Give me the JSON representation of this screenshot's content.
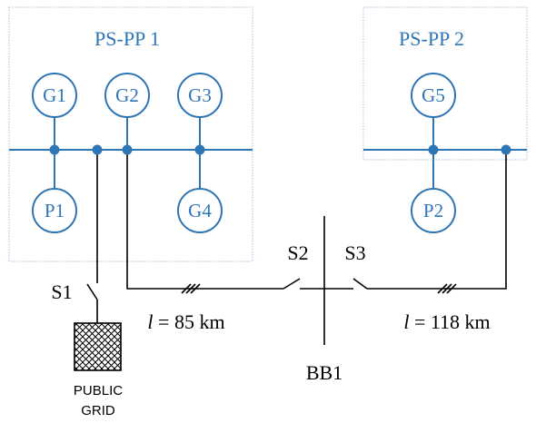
{
  "colors": {
    "blue": "#2e75b6",
    "box_border": "#9fc5e8",
    "black": "#000000"
  },
  "plant1": {
    "title": "PS-PP 1"
  },
  "plant2": {
    "title": "PS-PP 2"
  },
  "units": {
    "g1": "G1",
    "g2": "G2",
    "g3": "G3",
    "g4": "G4",
    "g5": "G5",
    "p1": "P1",
    "p2": "P2"
  },
  "switches": {
    "s1": "S1",
    "s2": "S2",
    "s3": "S3"
  },
  "lines": {
    "left_l": "l",
    "left_rest": " = 85 km",
    "right_l": "l",
    "right_rest": " = 118 km"
  },
  "busbar": {
    "label": "BB1"
  },
  "grid": {
    "line1": "PUBLIC",
    "line2": "GRID"
  }
}
